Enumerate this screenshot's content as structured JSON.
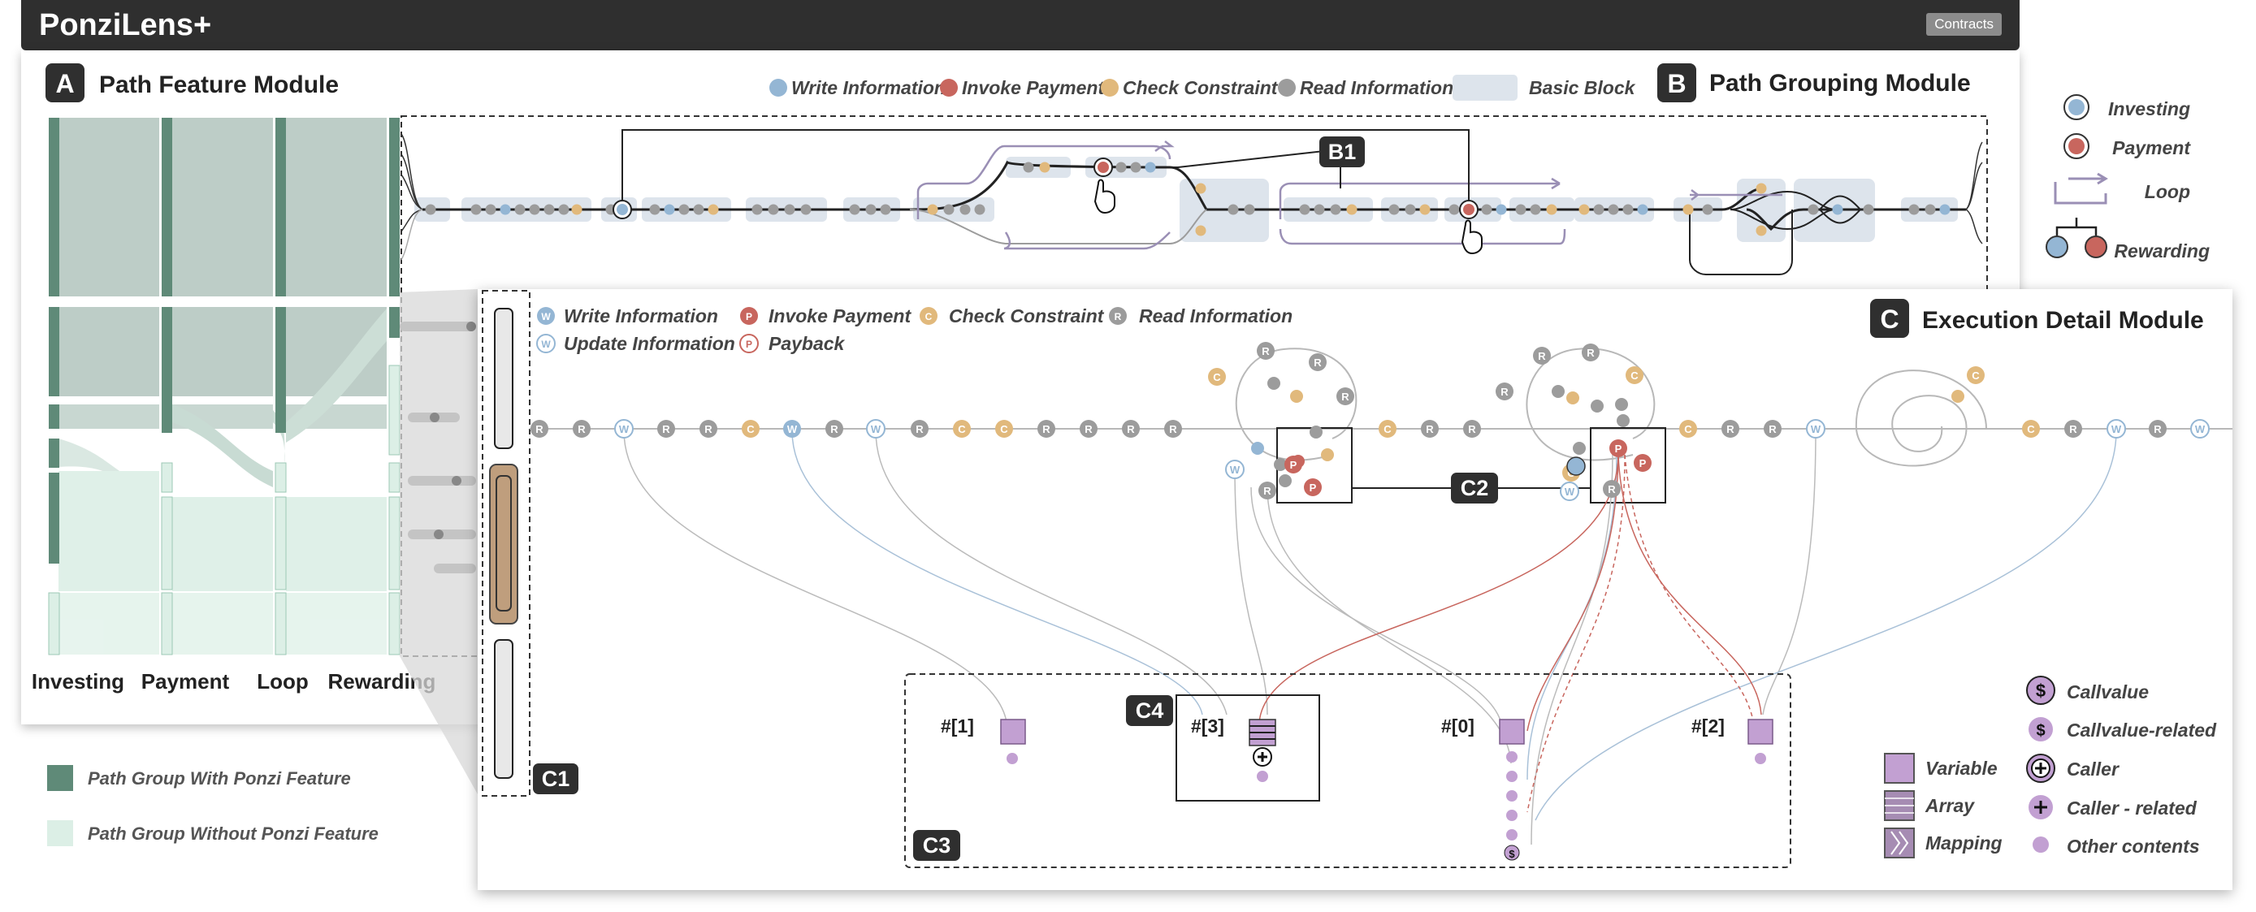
{
  "app": {
    "title": "PonziLens+",
    "contracts_button": "Contracts"
  },
  "colors": {
    "write": "#94b6d4",
    "invoke": "#c8665e",
    "check": "#e1b97c",
    "read": "#9c9c9c",
    "block": "#dde4ec",
    "ponzi_group": "#5f8a78",
    "nonponzi_group": "#dcefe6",
    "purple": "#c2a0d2",
    "titlebar": "#2f2f2f"
  },
  "moduleA": {
    "badge": "A",
    "title": "Path Feature Module",
    "columns": [
      "Investing",
      "Payment",
      "Loop",
      "Rewarding"
    ],
    "legend": [
      {
        "label": "Path Group With Ponzi Feature"
      },
      {
        "label": "Path Group Without Ponzi Feature"
      }
    ]
  },
  "moduleB": {
    "badge": "B",
    "title": "Path Grouping Module",
    "sub_badge": "B1",
    "legend": [
      "Write Information",
      "Invoke Payment",
      "Check Constraint",
      "Read Information",
      "Basic Block"
    ],
    "side_legend": [
      "Investing",
      "Payment",
      "Loop",
      "Rewarding"
    ]
  },
  "moduleC": {
    "badge": "C",
    "title": "Execution Detail Module",
    "legend": {
      "write": "Write Information",
      "update": "Update Information",
      "invoke": "Invoke Payment",
      "payback": "Payback",
      "check": "Check Constraint",
      "read": "Read Information"
    },
    "node_letters": {
      "read": "R",
      "write": "W",
      "check": "C",
      "invoke": "P"
    },
    "sub_badges": {
      "c1": "C1",
      "c2": "C2",
      "c3": "C3",
      "c4": "C4"
    },
    "variables": [
      "#[1]",
      "#[3]",
      "#[0]",
      "#[2]"
    ],
    "storage_legend": [
      "Variable",
      "Array",
      "Mapping"
    ],
    "content_legend": [
      "Callvalue",
      "Callvalue-related",
      "Caller",
      "Caller - related",
      "Other contents"
    ],
    "dollar": "$"
  }
}
